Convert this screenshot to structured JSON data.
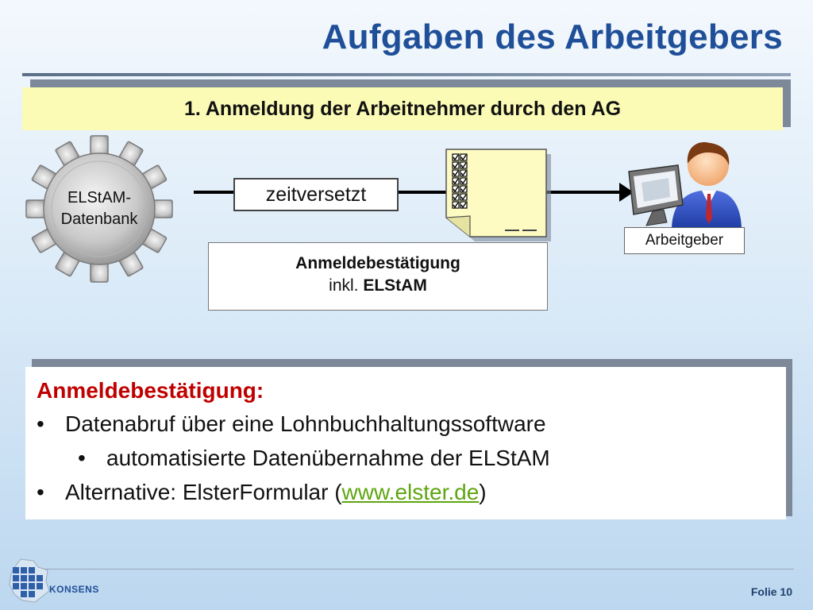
{
  "slide": {
    "title": "Aufgaben des Arbeitgebers",
    "subtitle": "1. Anmeldung der Arbeitnehmer durch den AG"
  },
  "diagram": {
    "database_label": "ELStAM-\nDatenbank",
    "delay_label": "zeitversetzt",
    "confirmation_title": "Anmeldebestätigung",
    "confirmation_prefix": "inkl. ",
    "confirmation_bold": "ELStAM",
    "employer_label": "Arbeitgeber",
    "icons": [
      "gear-icon",
      "document-checklist-icon",
      "employer-computer-icon",
      "arrow-right-icon"
    ]
  },
  "info": {
    "heading": "Anmeldebestätigung:",
    "bullet1": "Datenabruf über eine Lohnbuchhaltungssoftware",
    "bullet2": "automatisierte Datenübernahme der ELStAM",
    "bullet3_prefix": "Alternative: ElsterFormular (",
    "bullet3_link": "www.elster.de",
    "bullet3_suffix": ")",
    "bullet_char": "•"
  },
  "footer": {
    "logo_text": "KONSENS",
    "page_label": "Folie 10"
  },
  "colors": {
    "title": "#1f4f98",
    "subtitle_bg": "#fbfbb6",
    "heading_red": "#c00000",
    "link_green": "#5fa511",
    "note_yellow": "#fdfbc2"
  }
}
